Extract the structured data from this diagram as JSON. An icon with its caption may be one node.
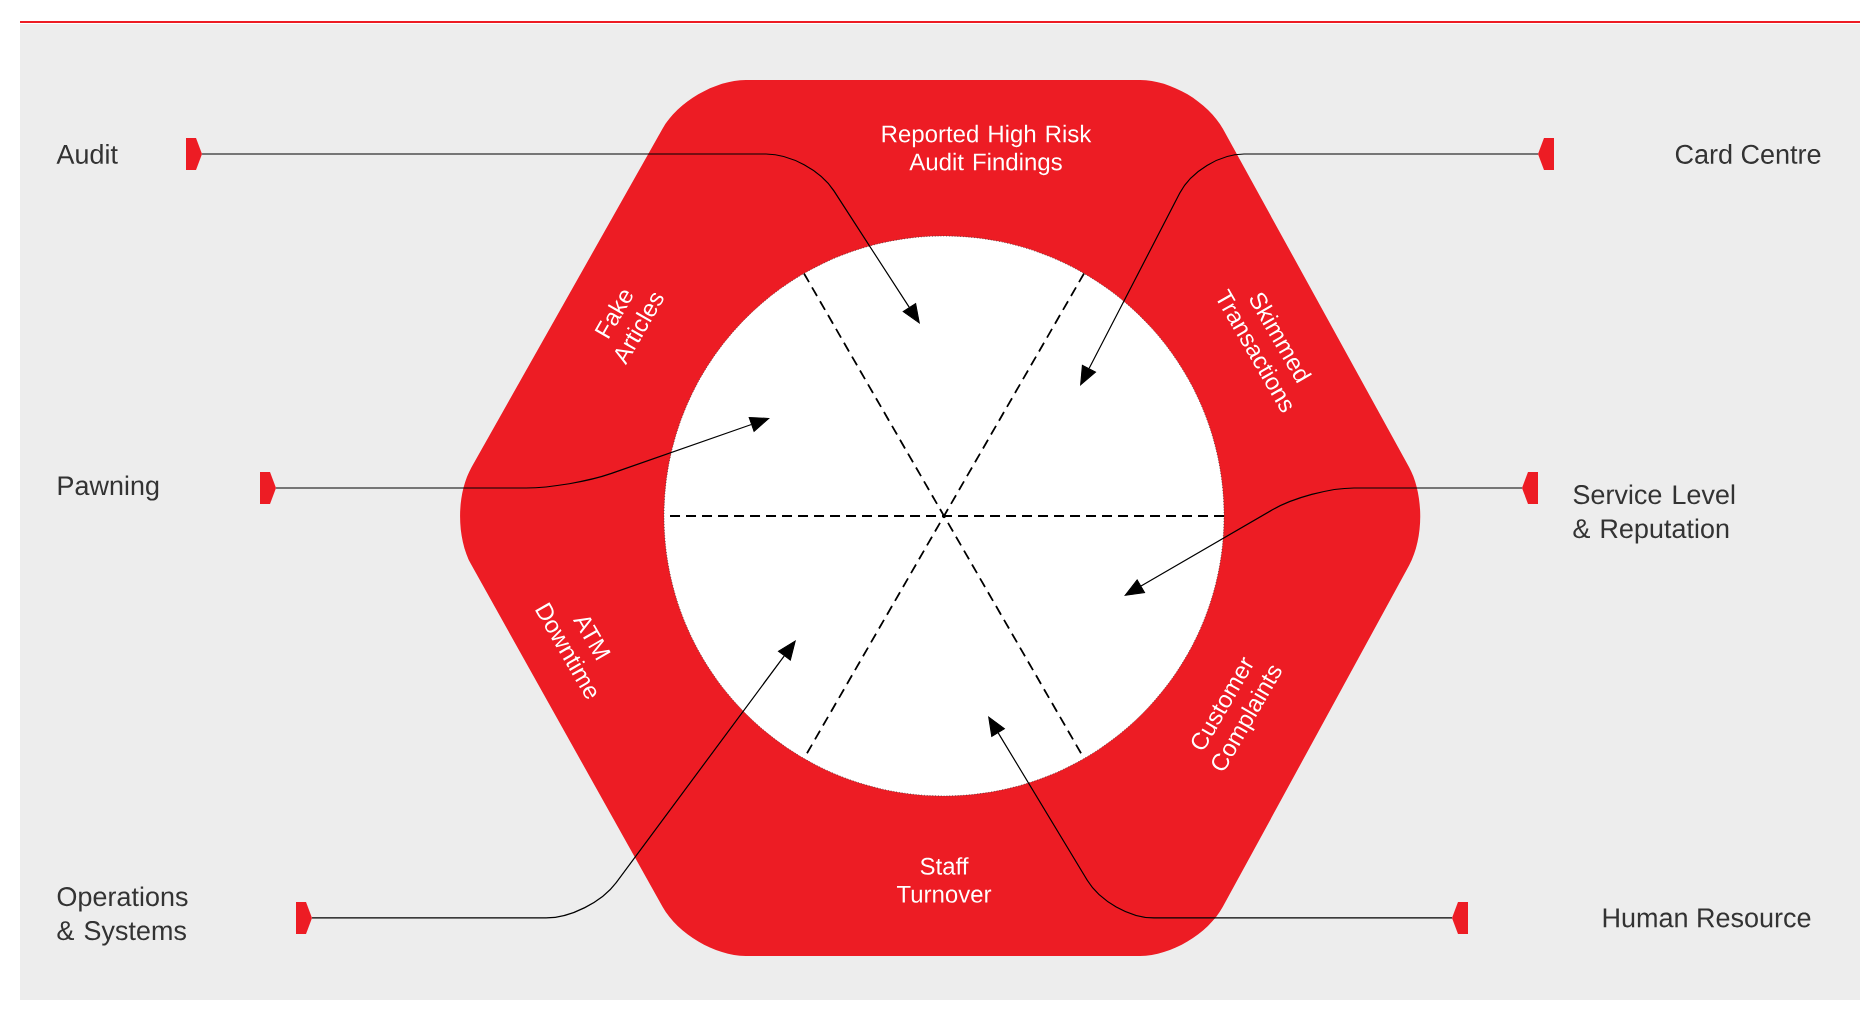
{
  "diagram": {
    "nodes": [
      {
        "text": [
          "Audit"
        ]
      },
      {
        "text": [
          "Card Centre"
        ]
      },
      {
        "text": [
          "Pawning"
        ]
      },
      {
        "text": [
          "Service Level & Reputation"
        ]
      },
      {
        "text": [
          "Operations & Systems"
        ]
      },
      {
        "text": [
          "Human Resource"
        ]
      },
      {
        "text": [
          "Reported High Risk Audit Findings",
          "Skimmed Transactions",
          "Customer Complaints",
          "Staff Turnover",
          "ATM Downtime",
          "Fake Articles"
        ]
      },
      {
        "text": [],
        "shape": "circle",
        "in": 6
      }
    ],
    "edges": [
      {
        "from": 0,
        "to": 7,
        "arrow": "to"
      },
      {
        "from": 1,
        "to": 7,
        "arrow": "to"
      },
      {
        "from": 2,
        "to": 7,
        "arrow": "to"
      },
      {
        "from": 3,
        "to": 7,
        "arrow": "to"
      },
      {
        "from": 4,
        "to": 7,
        "arrow": "to"
      },
      {
        "from": 5,
        "to": 7,
        "arrow": "to"
      }
    ]
  }
}
